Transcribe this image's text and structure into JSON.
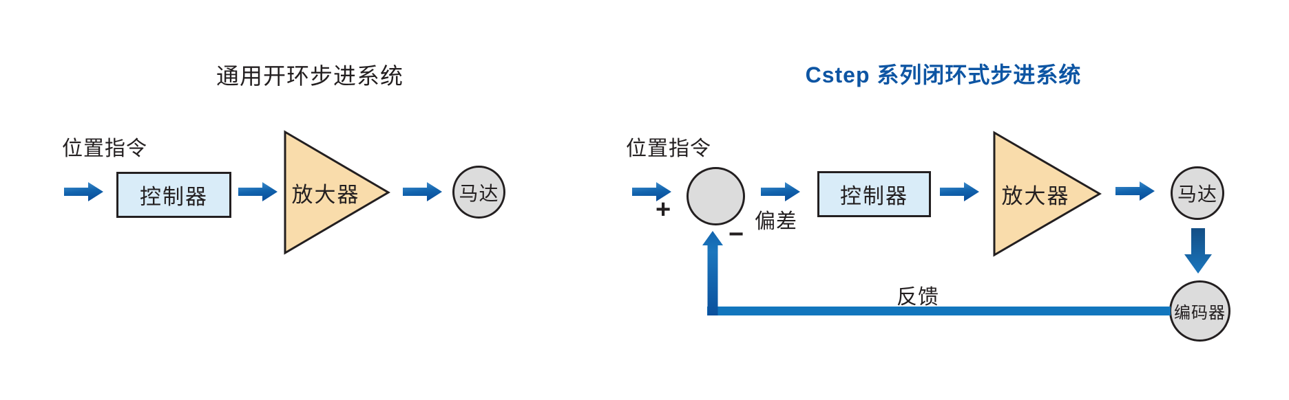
{
  "left_diagram": {
    "title": "通用开环步进系统",
    "input_label": "位置指令",
    "controller_label": "控制器",
    "amplifier_label": "放大器",
    "motor_label": "马达"
  },
  "right_diagram": {
    "title": "Cstep 系列闭环式步进系统",
    "input_label": "位置指令",
    "plus_sign": "+",
    "minus_sign": "−",
    "deviation_label": "偏差",
    "controller_label": "控制器",
    "amplifier_label": "放大器",
    "motor_label": "马达",
    "encoder_label": "编码器",
    "feedback_label": "反馈"
  },
  "colors": {
    "ink": "#231f20",
    "title-blue": "#0d55a3",
    "box-fill": "#d9ecf8",
    "triangle-fill": "#f9dcab",
    "circle-fill": "#dcdcdc",
    "feedback-blue": "#1276bd",
    "arrow-light": "#4a97d3",
    "arrow-mid": "#1264ae",
    "arrow-dark": "#0a509c",
    "down-dark": "#134e85",
    "down-light": "#1b76bd"
  }
}
